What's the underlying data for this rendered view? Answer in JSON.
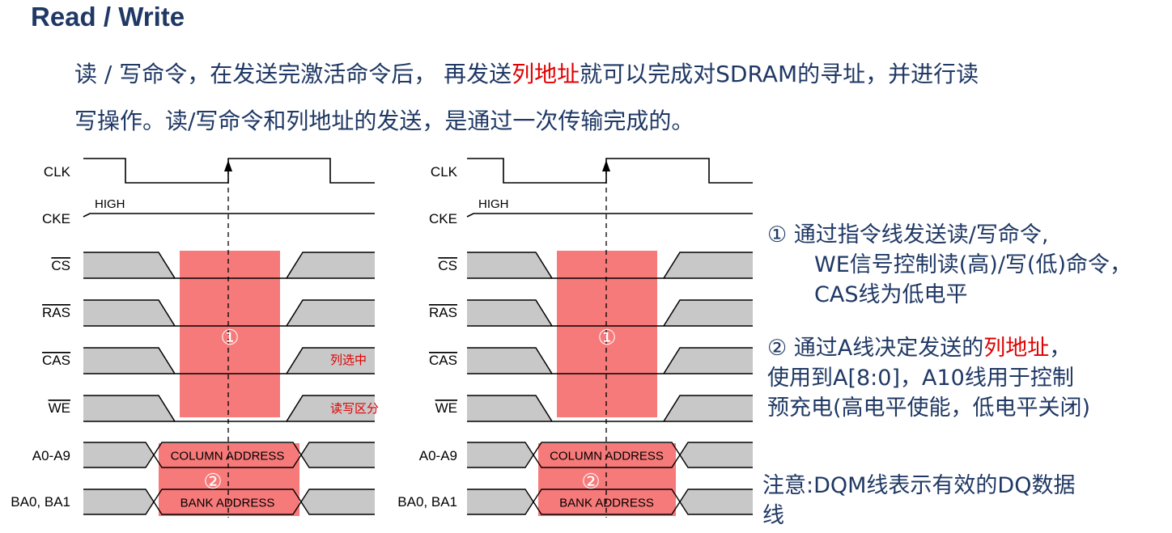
{
  "title": "Read / Write",
  "intro": {
    "line1_a": "读 / 写命令，在发送完激活命令后， 再发送",
    "line1_highlight": "列地址",
    "line1_b": "就可以完成对SDRAM的寻址，并进行读",
    "line2": "写操作。读/写命令和列地址的发送，是通过一次传输完成的。"
  },
  "timing": {
    "signals": [
      "CLK",
      "CKE",
      "CS",
      "RAS",
      "CAS",
      "WE",
      "A0-A9",
      "BA0, BA1"
    ],
    "high_label": "HIGH",
    "column_address": "COLUMN ADDRESS",
    "bank_address": "BANK ADDRESS",
    "marker1": "①",
    "marker2": "②",
    "annot_cas": "列选中",
    "annot_we": "读写区分"
  },
  "notes": {
    "n1_line1": "① 通过指令线发送读/写命令,",
    "n1_line2": "WE信号控制读(高)/写(低)命令，",
    "n1_line3": "CAS线为低电平",
    "n2_line1_a": "② 通过A线决定发送的",
    "n2_line1_highlight": "列地址",
    "n2_line1_b": "，",
    "n2_line2": "使用到A[8:0]，A10线用于控制",
    "n2_line3": "预充电(高电平使能，低电平关闭)",
    "n3_line1": "注意:DQM线表示有效的DQ数据",
    "n3_line2": "线"
  },
  "colors": {
    "title": "#1f3864",
    "highlight_text": "#e00000",
    "highlight_box": "#f77a7a",
    "signal_fill": "#c8c8c8"
  }
}
